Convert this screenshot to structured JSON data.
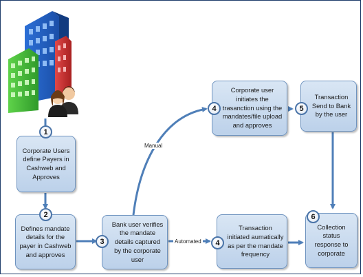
{
  "steps": {
    "s1": {
      "num": "1",
      "text": "Corporate Users define Payers in Cashweb and Approves"
    },
    "s2": {
      "num": "2",
      "text": "Defines mandate details for the payer in Cashweb and approves"
    },
    "s3": {
      "num": "3",
      "text": "Bank user verifies the mandate details captured by the corporate user"
    },
    "s4a": {
      "num": "4",
      "text": "Corporate user initiates the trasanction using the mandates/file upload and approves"
    },
    "s4b": {
      "num": "4",
      "text": "Transaction initiated aumatically as per the mandate frequency"
    },
    "s5": {
      "num": "5",
      "text": "Transaction Send to Bank by the user"
    },
    "s6": {
      "num": "6",
      "text": "Collection status response to corporate"
    }
  },
  "labels": {
    "manual": "Manual",
    "automated": "Automated"
  },
  "icons": [
    "buildings-icon",
    "users-icon"
  ],
  "colors": {
    "box_fill": "#c9dbef",
    "box_border": "#6e93bf",
    "arrow": "#4f7fb8"
  }
}
